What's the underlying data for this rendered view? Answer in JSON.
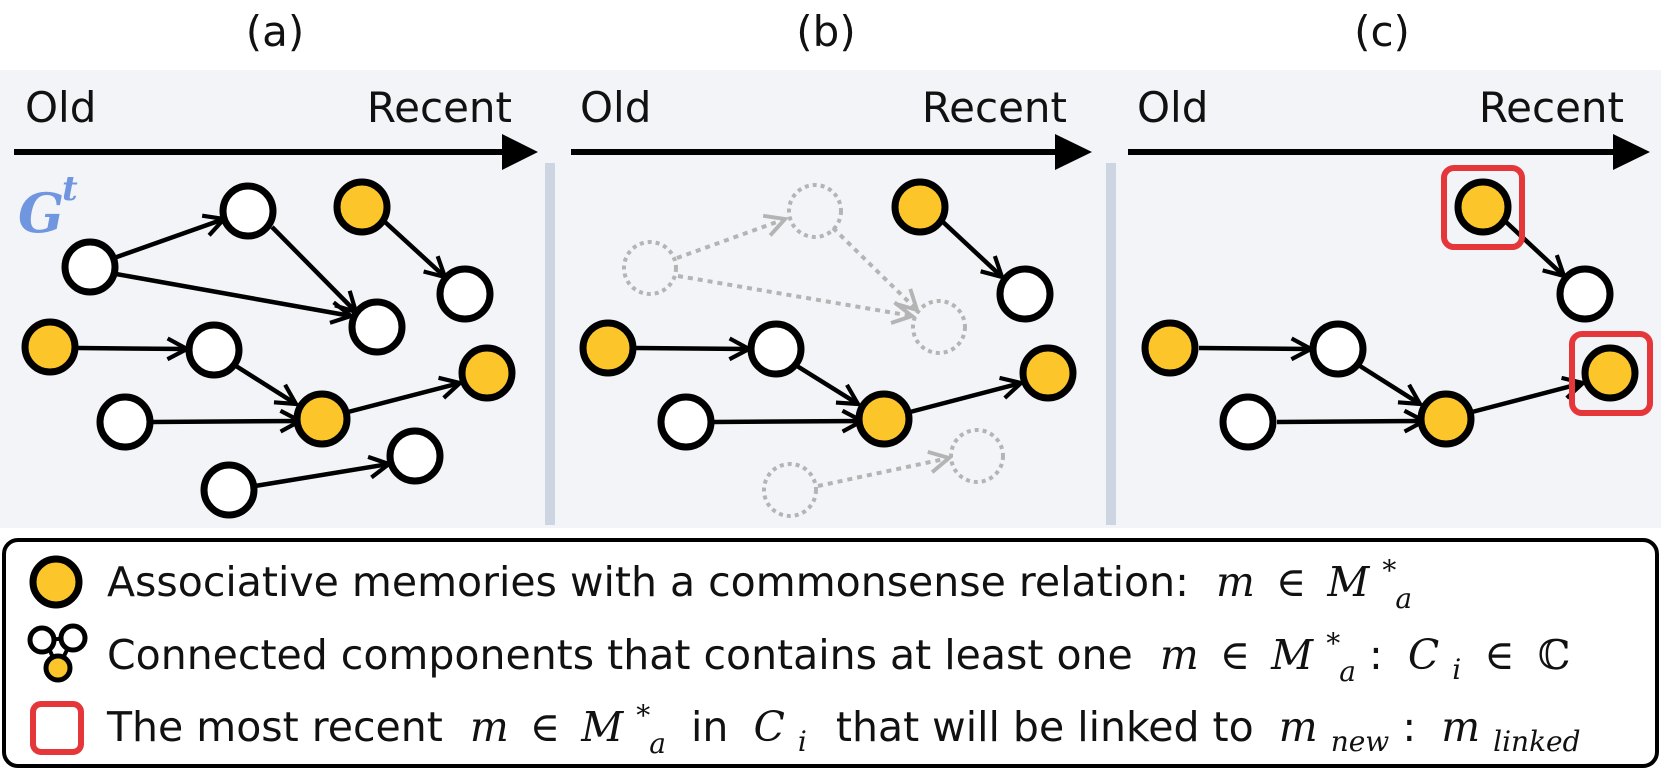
{
  "panels": [
    {
      "label": "(a)",
      "old": "Old",
      "recent": "Recent",
      "graph_symbol": "G",
      "graph_superscript": "t"
    },
    {
      "label": "(b)",
      "old": "Old",
      "recent": "Recent"
    },
    {
      "label": "(c)",
      "old": "Old",
      "recent": "Recent"
    }
  ],
  "legend": {
    "row1": {
      "text": "Associative memories with a commonsense relation:",
      "math_m": "m",
      "math_in": "∈",
      "math_M": "M",
      "math_sub": "a",
      "math_sup": "*"
    },
    "row2": {
      "text": "Connected components that contains at least one",
      "math_m": "m",
      "math_in": "∈",
      "math_M": "M",
      "math_sub": "a",
      "math_sup": "*",
      "colon": ":",
      "math_C": "C",
      "math_C_sub": "i",
      "math_in2": "∈",
      "math_CC": "ℂ"
    },
    "row3": {
      "text1": "The most recent",
      "math_m": "m",
      "math_in": "∈",
      "math_M": "M",
      "math_sub": "a",
      "math_sup": "*",
      "text_in": "in",
      "math_C": "C",
      "math_C_sub": "i",
      "text2": "that will be linked to",
      "math_mnew": "m",
      "math_mnew_sub": "new",
      "colon": ":",
      "math_mlinked": "m",
      "math_mlinked_sub": "linked"
    }
  },
  "colors": {
    "panel_bg": "#f3f4f8",
    "divider": "#cdd5e3",
    "node_yellow": "#fcc62b",
    "node_white": "#ffffff",
    "node_stroke": "#000000",
    "faded": "#b4b4b4",
    "highlight": "#e5363a",
    "graph_symbol": "#7196e0"
  }
}
